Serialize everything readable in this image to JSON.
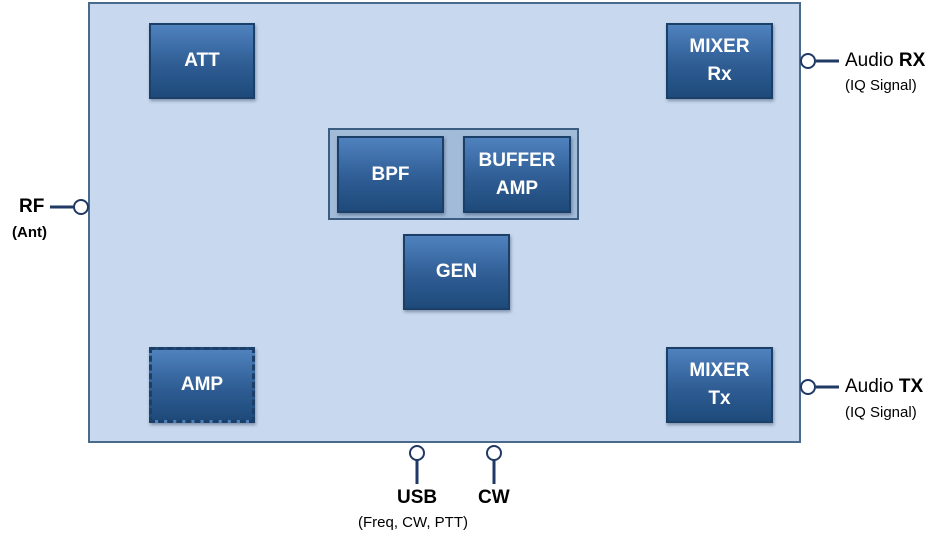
{
  "blocks": {
    "att": "ATT",
    "mixer_rx": [
      "MIXER",
      "Rx"
    ],
    "bpf": "BPF",
    "buffer_amp": [
      "BUFFER",
      "AMP"
    ],
    "gen": "GEN",
    "amp": "AMP",
    "mixer_tx": [
      "MIXER",
      "Tx"
    ]
  },
  "ports": {
    "rf": {
      "label": "RF",
      "sub": "(Ant)"
    },
    "audio_rx": {
      "prefix": "Audio",
      "label": "RX",
      "sub": "(IQ Signal)"
    },
    "audio_tx": {
      "prefix": "Audio",
      "label": "TX",
      "sub": "(IQ Signal)"
    },
    "usb": {
      "label": "USB",
      "sub": "(Freq, CW, PTT)"
    },
    "cw": {
      "label": "CW"
    }
  },
  "colors": {
    "board": "#c8d8ee",
    "block": "#2f5d94",
    "wire": "#1f3864"
  }
}
